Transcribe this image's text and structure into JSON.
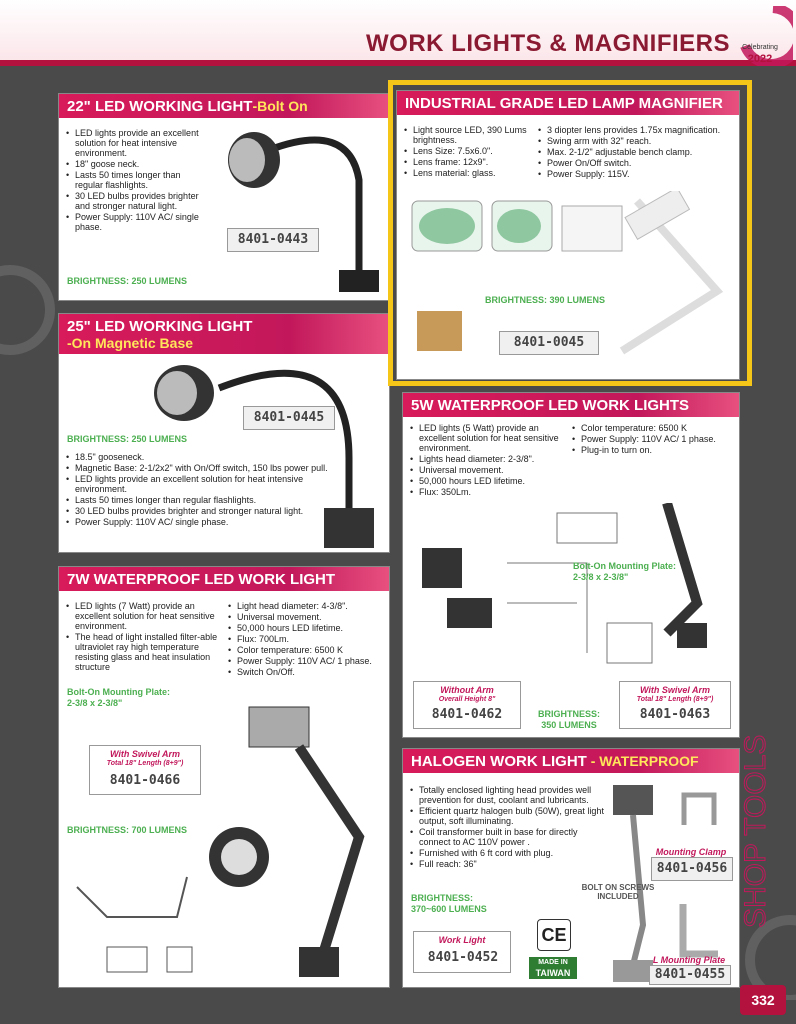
{
  "header": {
    "title": "WORK LIGHTS & MAGNIFIERS",
    "badge_line1": "Celebrating",
    "badge_year": "2022"
  },
  "side": {
    "label": "SHOP TOOLS",
    "page_number": "332"
  },
  "p1": {
    "title": "22\" LED WORKING LIGHT",
    "subtitle": "-Bolt On",
    "bullets": [
      "LED lights provide an excellent solution for heat intensive environment.",
      "18\" goose neck.",
      "Lasts 50 times longer than regular flashlights.",
      "30 LED bulbs provides brighter and stronger natural light.",
      "Power Supply: 110V AC/ single phase."
    ],
    "part": "8401-0443",
    "brightness": "BRIGHTNESS: 250 LUMENS"
  },
  "p2": {
    "title": "INDUSTRIAL GRADE LED LAMP MAGNIFIER",
    "bullets_left": [
      "Light source LED, 390 Lums brightness.",
      "Lens Size: 7.5x6.0\".",
      "Lens frame: 12x9\".",
      "Lens material: glass."
    ],
    "bullets_right": [
      "3 diopter lens provides 1.75x magnification.",
      "Swing arm with 32\" reach.",
      "Max. 2-1/2\" adjustable bench clamp.",
      "Power On/Off switch.",
      "Power Supply: 115V."
    ],
    "brightness": "BRIGHTNESS: 390 LUMENS",
    "part": "8401-0045"
  },
  "p3": {
    "title": "25\" LED WORKING LIGHT",
    "subtitle": "-On Magnetic Base",
    "part": "8401-0445",
    "brightness": "BRIGHTNESS: 250 LUMENS",
    "bullets": [
      "18.5\" gooseneck.",
      "Magnetic Base: 2-1/2x2\" with On/Off switch, 150 lbs power pull.",
      "LED lights provide an excellent solution for heat intensive environment.",
      "Lasts 50 times longer than regular flashlights.",
      "30 LED bulbs provides brighter and stronger natural light.",
      "Power Supply: 110V AC/ single phase."
    ]
  },
  "p4": {
    "title": "5W WATERPROOF LED WORK LIGHTS",
    "bullets_left": [
      "LED lights (5 Watt) provide an excellent solution for heat sensitive environment.",
      "Lights head diameter: 2-3/8\".",
      "Universal movement.",
      "50,000 hours LED lifetime.",
      "Flux: 350Lm."
    ],
    "bullets_right": [
      "Color temperature: 6500 K",
      "Power Supply: 110V AC/ 1 phase.",
      "Plug-in to turn on."
    ],
    "mount": "Bolt-On Mounting Plate:\n2-3/8 x 2-3/8\"",
    "without_arm_line1": "Without Arm",
    "without_arm_line2": "Overall Height 8\"",
    "part_a": "8401-0462",
    "brightness_line1": "BRIGHTNESS:",
    "brightness_line2": "350 LUMENS",
    "swivel_line1": "With Swivel Arm",
    "swivel_line2": "Total 18\" Length (8+9\")",
    "part_b": "8401-0463"
  },
  "p5": {
    "title": "7W WATERPROOF LED WORK LIGHT",
    "bullets_left": [
      "LED lights (7 Watt) provide an excellent solution for heat sensitive environment.",
      "The head of light installed filter-able ultraviolet ray high temperature resisting glass and heat insulation structure"
    ],
    "bullets_right": [
      "Light head diameter: 4-3/8\".",
      "Universal movement.",
      "50,000 hours LED lifetime.",
      "Flux: 700Lm.",
      "Color temperature: 6500 K",
      "Power Supply: 110V AC/ 1 phase.",
      "Switch On/Off."
    ],
    "mount_line1": "Bolt-On Mounting Plate:",
    "mount_line2": "2-3/8 x 2-3/8\"",
    "swivel_line1": "With Swivel Arm",
    "swivel_line2": "Total 18\" Length (8+9\")",
    "part": "8401-0466",
    "brightness": "BRIGHTNESS: 700 LUMENS"
  },
  "p6": {
    "title": "HALOGEN WORK LIGHT",
    "subtitle": " - WATERPROOF",
    "bullets": [
      "Totally enclosed lighting head provides well prevention for dust, coolant and lubricants.",
      "Efficient quartz halogen bulb (50W), great light output, soft illuminating.",
      "Coil transformer built in base for directly connect to AC 110V power .",
      "Furnished with 6 ft cord with plug.",
      "Full reach: 36\""
    ],
    "brightness_line1": "BRIGHTNESS:",
    "brightness_line2": "370~600 LUMENS",
    "work_light": "Work Light",
    "part_a": "8401-0452",
    "mounting_clamp": "Mounting Clamp",
    "part_b": "8401-0456",
    "bolt_line1": "BOLT ON SCREWS",
    "bolt_line2": "INCLUDED",
    "l_plate": "L Mounting Plate",
    "part_c": "8401-0455",
    "ce": "CE",
    "made_line1": "MADE IN",
    "made_line2": "TAIWAN"
  }
}
